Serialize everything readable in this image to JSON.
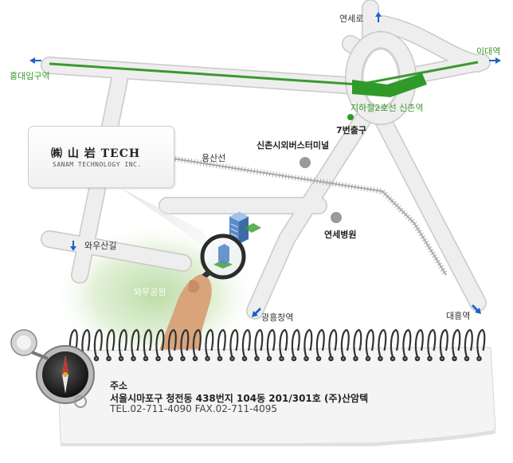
{
  "map_labels": {
    "yonsei_ro": "연세로",
    "hongdae_station": "홍대입구역",
    "idae_station": "이대역",
    "sinchon_station": "지하철2호선 신촌역",
    "exit7": "7번출구",
    "terminal": "신촌시외버스터미널",
    "yongsan_line": "용산선",
    "wausan_gil": "와우산길",
    "severance": "연세병원",
    "wau_park": "와우공원",
    "gwangheung": "광흥창역",
    "daeheung": "대흥역"
  },
  "logo": {
    "title": "㈱ 山 岩 TECH",
    "subtitle": "SANAM TECHNOLOGY INC."
  },
  "address": {
    "title": "주소",
    "line": "서울시마포구 청전동 438번지 104동 201/301호 (주)산암텍",
    "contact": "TEL.02-711-4090  FAX.02-711-4095"
  },
  "colors": {
    "road": "#e9e9e9",
    "road_edge": "#c9c9c9",
    "subway_line": "#3a9a2e",
    "railway": "#a9a9a9",
    "arrow": "#1a63c8",
    "park": "#c8e3b5"
  },
  "icons": {
    "building": "office-building-icon",
    "magnifier": "magnifying-glass-icon",
    "compass": "compass-icon",
    "notepad": "spiral-notepad"
  }
}
